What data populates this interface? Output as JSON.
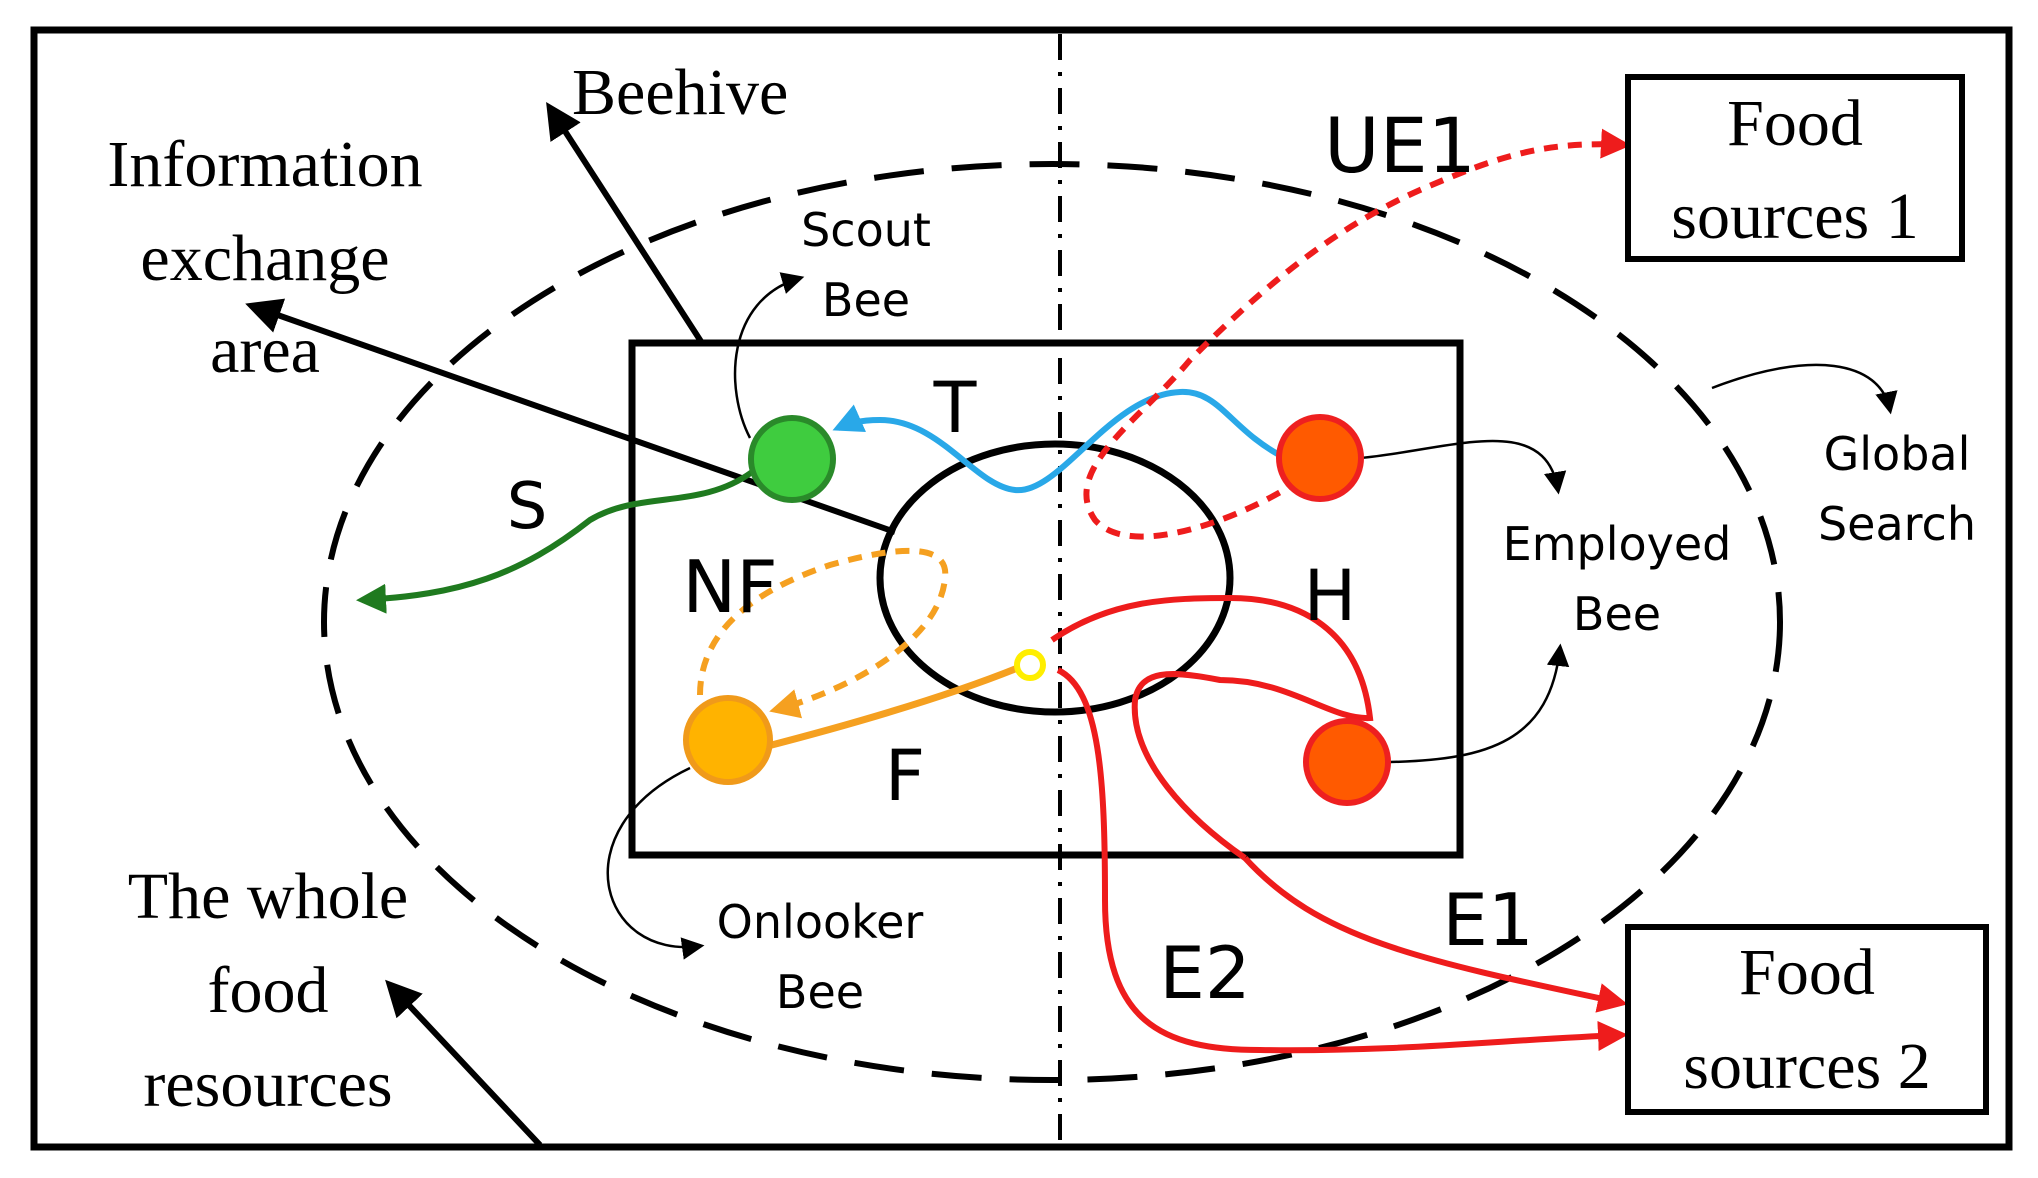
{
  "labels": {
    "beehive": "Beehive",
    "info_exchange": [
      "Information",
      "exchange",
      "area"
    ],
    "whole_food": [
      "The whole",
      "food",
      "resources"
    ],
    "scout_bee": [
      "Scout",
      "Bee"
    ],
    "onlooker_bee": [
      "Onlooker",
      "Bee"
    ],
    "employed_bee": [
      "Employed",
      "Bee"
    ],
    "global_search": [
      "Global",
      "Search"
    ],
    "food_sources_1": [
      "Food",
      "sources 1"
    ],
    "food_sources_2": [
      "Food",
      "sources 2"
    ],
    "path_t": "T",
    "path_s": "S",
    "path_nf": "NF",
    "path_f": "F",
    "path_h": "H",
    "path_ue1": "UE1",
    "path_e1": "E1",
    "path_e2": "E2"
  },
  "colors": {
    "scout_bee": "#3fcc3f",
    "scout_bee_stroke": "#2a8a2a",
    "onlooker_bee": "#ffb300",
    "onlooker_bee_stroke": "#f09a1a",
    "employed_bee": "#ff5a00",
    "employed_bee_stroke": "#ee2020",
    "path_t": "#29a8e8",
    "path_s": "#1f7a1f",
    "path_f": "#f5a020",
    "path_red": "#ee1c1c",
    "exchange_point": "#ffee00"
  }
}
